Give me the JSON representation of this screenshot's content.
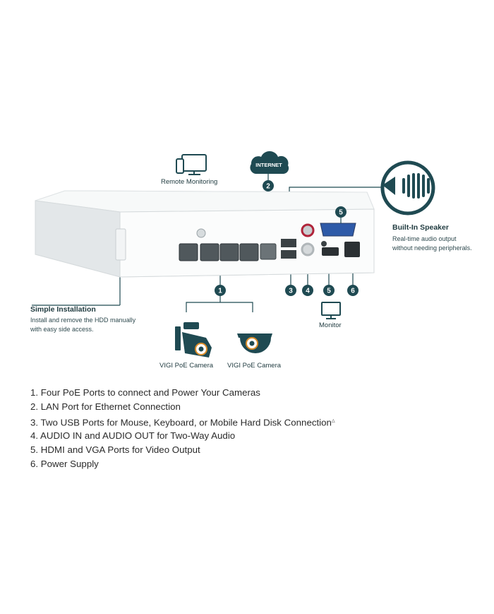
{
  "colors": {
    "accent": "#1f4a52",
    "device_body": "#f4f6f7",
    "device_edge": "#dfe3e5",
    "text": "#1f3a3f"
  },
  "internet": {
    "label": "INTERNET",
    "icon": "cloud-icon"
  },
  "remote_monitoring": {
    "label": "Remote Monitoring",
    "icon": "monitor-and-phone-icon"
  },
  "speaker": {
    "title": "Built-In Speaker",
    "desc_lines": [
      "Real-time audio output",
      "without needing peripherals."
    ],
    "icon": "speaker-grille-icon"
  },
  "installation": {
    "title": "Simple Installation",
    "desc_lines": [
      "Install and remove the HDD manually",
      "with easy side access."
    ]
  },
  "monitor": {
    "label": "Monitor",
    "icon": "monitor-icon"
  },
  "cameras": [
    {
      "label": "VIGI PoE Camera",
      "icon": "bullet-camera-icon"
    },
    {
      "label": "VIGI PoE Camera",
      "icon": "turret-camera-icon"
    }
  ],
  "markers": [
    "1",
    "2",
    "3",
    "4",
    "5",
    "6"
  ],
  "features": [
    "1. Four PoE Ports to connect and Power Your Cameras",
    "2. LAN Port for Ethernet Connection",
    "3. Two USB Ports for Mouse, Keyboard, or Mobile Hard Disk Connection",
    "4. AUDIO IN and AUDIO OUT for Two-Way Audio",
    "5. HDMI and VGA Ports for Video Output",
    "6. Power Supply"
  ],
  "feature_footnote": "△"
}
